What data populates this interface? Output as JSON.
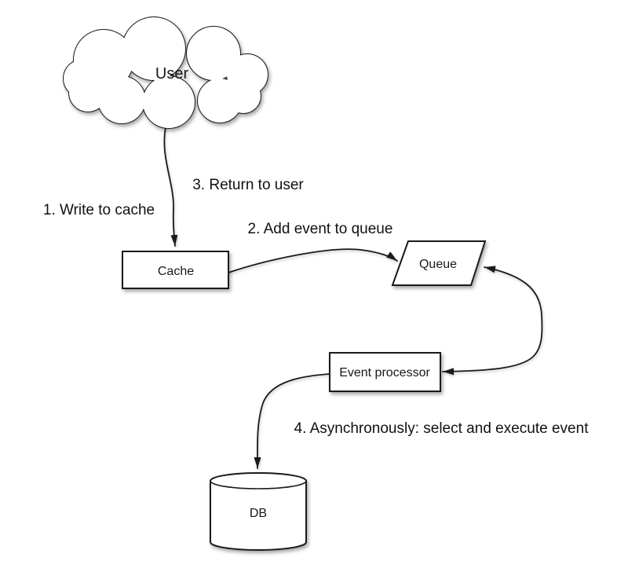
{
  "diagram": {
    "background": "#ffffff",
    "colors": {
      "stroke": "#1a1a1a",
      "node_fill": "#ffffff",
      "text": "#17181d",
      "shadow": "rgba(0,0,0,0.35)"
    },
    "nodes": {
      "user": {
        "label": "User",
        "shape": "cloud"
      },
      "cache": {
        "label": "Cache",
        "shape": "rectangle"
      },
      "queue": {
        "label": "Queue",
        "shape": "parallelogram"
      },
      "event_processor": {
        "label": "Event processor",
        "shape": "rectangle"
      },
      "db": {
        "label": "DB",
        "shape": "cylinder"
      }
    },
    "edges": {
      "user_to_cache": {
        "from": "user",
        "to": "cache",
        "bidirectional": false
      },
      "cache_to_queue": {
        "from": "cache",
        "to": "queue",
        "bidirectional": false
      },
      "event_processor_queue": {
        "from": "event_processor",
        "to": "queue",
        "bidirectional": true
      },
      "event_processor_to_db": {
        "from": "event_processor",
        "to": "db",
        "bidirectional": false
      }
    },
    "labels": {
      "step1": "1. Write to cache",
      "step2": "2. Add event to queue",
      "step3": "3. Return to user",
      "step4": "4. Asynchronously: select and execute event"
    }
  }
}
